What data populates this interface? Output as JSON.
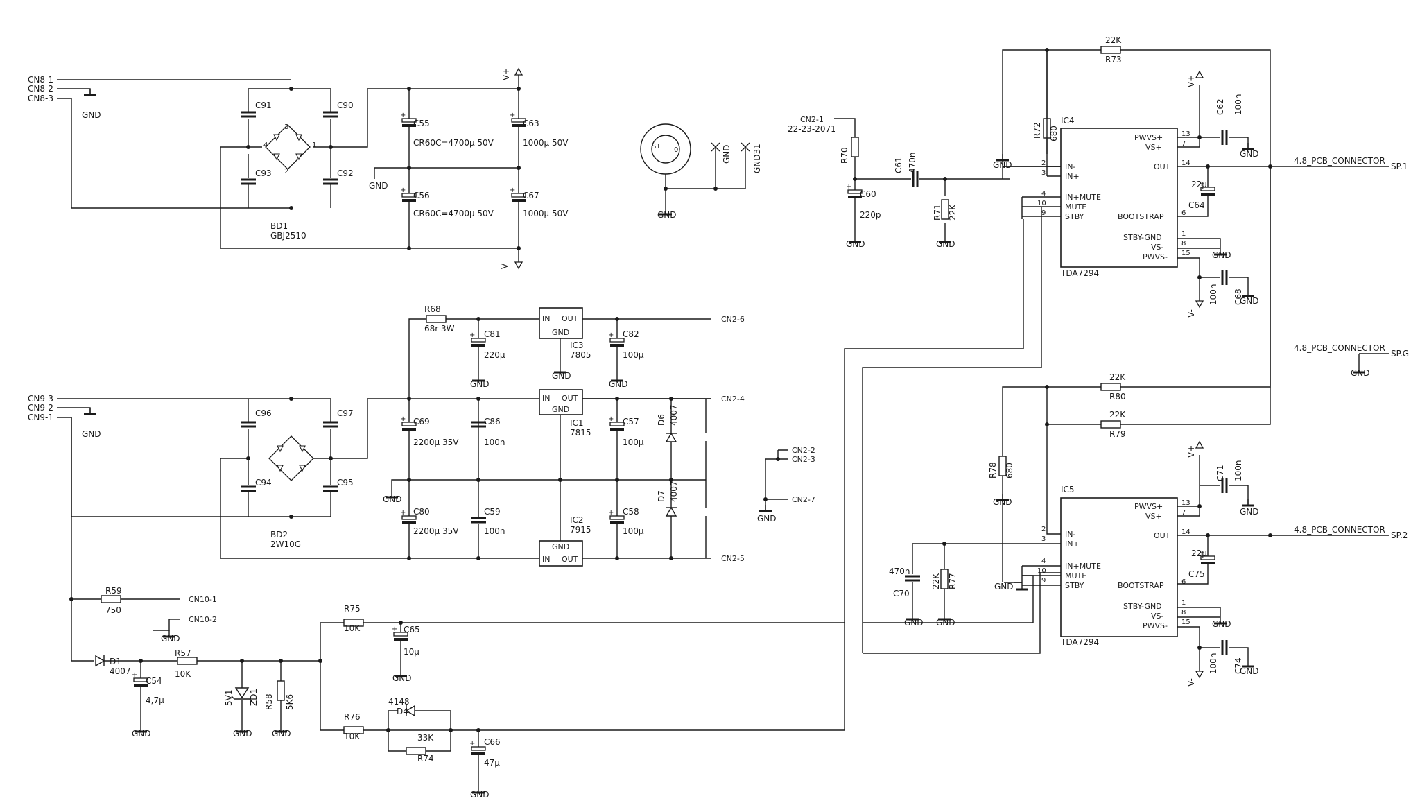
{
  "schematic": {
    "nets": {
      "cn8_1": "CN8-1",
      "cn8_2": "CN8-2",
      "cn8_3": "CN8-3",
      "cn9_1": "CN9-1",
      "cn9_2": "CN9-2",
      "cn9_3": "CN9-3",
      "cn2_1": "CN2-1",
      "cn2_2": "CN2-2",
      "cn2_3": "CN2-3",
      "cn2_4": "CN2-4",
      "cn2_5": "CN2-5",
      "cn2_6": "CN2-6",
      "cn2_7": "CN2-7",
      "cn10_1": "CN10-1",
      "cn10_2": "CN10-2",
      "gnd": "GND",
      "gnd31": "GND31",
      "vplus": "V+",
      "vminus": "V-",
      "sp1": "SP.1",
      "sp2": "SP.2",
      "spg": "SP.G",
      "cn2_part": "22-23-2071",
      "connector": "4.8_PCB_CONNECTOR"
    },
    "components": {
      "bd1": {
        "ref": "BD1",
        "value": "GBJ2510",
        "pin1": "1",
        "pin2": "2",
        "pin3": "3",
        "pin4": "4"
      },
      "bd2": {
        "ref": "BD2",
        "value": "2W10G"
      },
      "c90": "C90",
      "c91": "C91",
      "c92": "C92",
      "c93": "C93",
      "c94": "C94",
      "c95": "C95",
      "c96": "C96",
      "c97": "C97",
      "c55": {
        "ref": "C55",
        "value": "CR60C=4700µ 50V"
      },
      "c56": {
        "ref": "C56",
        "value": "CR60C=4700µ 50V"
      },
      "c63": {
        "ref": "C63",
        "value": "1000µ 50V"
      },
      "c67": {
        "ref": "C67",
        "value": "1000µ 50V"
      },
      "r68": {
        "ref": "R68",
        "value": "68r 3W"
      },
      "c81": {
        "ref": "C81",
        "value": "220µ"
      },
      "c82": {
        "ref": "C82",
        "value": "100µ"
      },
      "ic3": {
        "ref": "IC3",
        "value": "7805"
      },
      "ic1": {
        "ref": "IC1",
        "value": "7815"
      },
      "ic2": {
        "ref": "IC2",
        "value": "7915"
      },
      "c69": {
        "ref": "C69",
        "value": "2200µ 35V"
      },
      "c86": {
        "ref": "C86",
        "value": "100n"
      },
      "c57": {
        "ref": "C57",
        "value": "100µ"
      },
      "d6": {
        "ref": "D6",
        "value": "4007"
      },
      "c80": {
        "ref": "C80",
        "value": "2200µ 35V"
      },
      "c59": {
        "ref": "C59",
        "value": "100n"
      },
      "c58": {
        "ref": "C58",
        "value": "100µ"
      },
      "d7": {
        "ref": "D7",
        "value": "4007"
      },
      "reg_pins": {
        "in": "IN",
        "out": "OUT",
        "gnd": "GND"
      },
      "s1": {
        "ref": "S1",
        "pin": "0"
      },
      "r59": {
        "ref": "R59",
        "value": "750"
      },
      "d1": {
        "ref": "D1",
        "value": "4007"
      },
      "c54": {
        "ref": "C54",
        "value": "4,7µ"
      },
      "r57": {
        "ref": "R57",
        "value": "10K"
      },
      "zd1": {
        "ref": "ZD1",
        "value": "5V1"
      },
      "r58": {
        "ref": "R58",
        "value": "5K6"
      },
      "r75": {
        "ref": "R75",
        "value": "10K"
      },
      "c65": {
        "ref": "C65",
        "value": "10µ"
      },
      "r76": {
        "ref": "R76",
        "value": "10K"
      },
      "d4": {
        "ref": "D4",
        "value": "4148"
      },
      "r74": {
        "ref": "R74",
        "value": "33K"
      },
      "c66": {
        "ref": "C66",
        "value": "47µ"
      },
      "r70": {
        "ref": "R70"
      },
      "c60": {
        "ref": "C60",
        "value": "220p"
      },
      "c61": {
        "ref": "C61",
        "value": "470n"
      },
      "r71": {
        "ref": "R71",
        "value": "22K"
      },
      "r72": {
        "ref": "R72",
        "value": "680"
      },
      "r73": {
        "ref": "R73",
        "value": "22K"
      },
      "c62": {
        "ref": "C62",
        "value": "100n"
      },
      "c64": {
        "ref": "C64",
        "value": "22µ"
      },
      "c68": {
        "ref": "C68",
        "value": "100n"
      },
      "r80": {
        "ref": "R80",
        "value": "22K"
      },
      "r79": {
        "ref": "R79",
        "value": "22K"
      },
      "r78": {
        "ref": "R78",
        "value": "680"
      },
      "c70": {
        "ref": "C70",
        "value": "470n"
      },
      "r77": {
        "ref": "R77",
        "value": "22K"
      },
      "c71": {
        "ref": "C71",
        "value": "100n"
      },
      "c75": {
        "ref": "C75",
        "value": "22µ"
      },
      "c74": {
        "ref": "C74",
        "value": "100n"
      }
    },
    "amp": {
      "part": "TDA7294",
      "ic4": "IC4",
      "ic5": "IC5",
      "left_pins": [
        "IN-",
        "IN+",
        "IN+MUTE",
        "MUTE",
        "STBY"
      ],
      "left_nums": [
        "2",
        "3",
        "4",
        "10",
        "9"
      ],
      "right_labels": [
        "PWVS+",
        "VS+",
        "OUT",
        "BOOTSTRAP",
        "STBY-GND",
        "VS-",
        "PWVS-"
      ],
      "right_nums": [
        "13",
        "7",
        "14",
        "6",
        "1",
        "8",
        "15"
      ]
    }
  }
}
